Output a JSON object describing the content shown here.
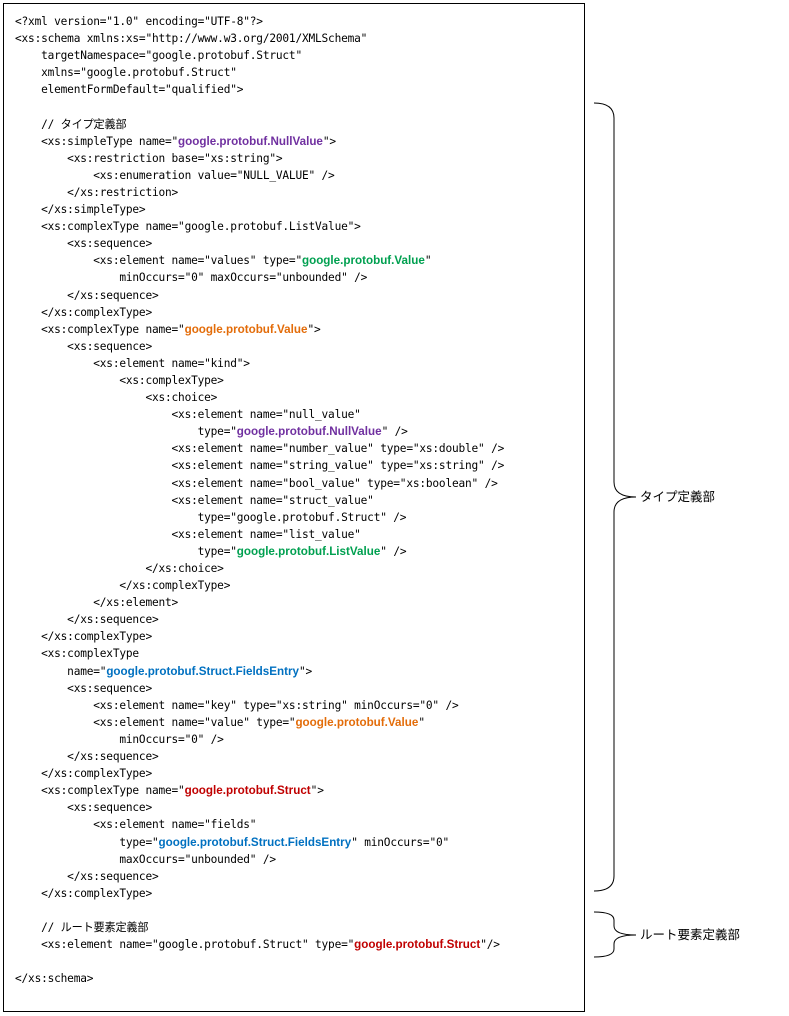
{
  "code_lines": [
    [
      {
        "t": "<?xml version=\"1.0\" encoding=\"UTF-8\"?>"
      }
    ],
    [
      {
        "t": "<xs:schema xmlns:xs=\"http://www.w3.org/2001/XMLSchema\""
      }
    ],
    [
      {
        "t": "    targetNamespace=\"google.protobuf.Struct\""
      }
    ],
    [
      {
        "t": "    xmlns=\"google.protobuf.Struct\""
      }
    ],
    [
      {
        "t": "    elementFormDefault=\"qualified\">"
      }
    ],
    [
      {
        "t": ""
      }
    ],
    [
      {
        "t": "    // タイプ定義部"
      }
    ],
    [
      {
        "t": "    <xs:simpleType name=\""
      },
      {
        "t": "google.protobuf.NullValue",
        "c": "purple"
      },
      {
        "t": "\">"
      }
    ],
    [
      {
        "t": "        <xs:restriction base=\"xs:string\">"
      }
    ],
    [
      {
        "t": "            <xs:enumeration value=\"NULL_VALUE\" />"
      }
    ],
    [
      {
        "t": "        </xs:restriction>"
      }
    ],
    [
      {
        "t": "    </xs:simpleType>"
      }
    ],
    [
      {
        "t": "    <xs:complexType name=\"google.protobuf.ListValue\">"
      }
    ],
    [
      {
        "t": "        <xs:sequence>"
      }
    ],
    [
      {
        "t": "            <xs:element name=\"values\" type=\""
      },
      {
        "t": "google.protobuf.Value",
        "c": "green"
      },
      {
        "t": "\""
      }
    ],
    [
      {
        "t": "                minOccurs=\"0\" maxOccurs=\"unbounded\" />"
      }
    ],
    [
      {
        "t": "        </xs:sequence>"
      }
    ],
    [
      {
        "t": "    </xs:complexType>"
      }
    ],
    [
      {
        "t": "    <xs:complexType name=\""
      },
      {
        "t": "google.protobuf.Value",
        "c": "orange"
      },
      {
        "t": "\">"
      }
    ],
    [
      {
        "t": "        <xs:sequence>"
      }
    ],
    [
      {
        "t": "            <xs:element name=\"kind\">"
      }
    ],
    [
      {
        "t": "                <xs:complexType>"
      }
    ],
    [
      {
        "t": "                    <xs:choice>"
      }
    ],
    [
      {
        "t": "                        <xs:element name=\"null_value\""
      }
    ],
    [
      {
        "t": "                            type=\""
      },
      {
        "t": "google.protobuf.NullValue",
        "c": "purple"
      },
      {
        "t": "\" />"
      }
    ],
    [
      {
        "t": "                        <xs:element name=\"number_value\" type=\"xs:double\" />"
      }
    ],
    [
      {
        "t": "                        <xs:element name=\"string_value\" type=\"xs:string\" />"
      }
    ],
    [
      {
        "t": "                        <xs:element name=\"bool_value\" type=\"xs:boolean\" />"
      }
    ],
    [
      {
        "t": "                        <xs:element name=\"struct_value\""
      }
    ],
    [
      {
        "t": "                            type=\"google.protobuf.Struct\" />"
      }
    ],
    [
      {
        "t": "                        <xs:element name=\"list_value\""
      }
    ],
    [
      {
        "t": "                            type=\""
      },
      {
        "t": "google.protobuf.ListValue",
        "c": "green"
      },
      {
        "t": "\" />"
      }
    ],
    [
      {
        "t": "                    </xs:choice>"
      }
    ],
    [
      {
        "t": "                </xs:complexType>"
      }
    ],
    [
      {
        "t": "            </xs:element>"
      }
    ],
    [
      {
        "t": "        </xs:sequence>"
      }
    ],
    [
      {
        "t": "    </xs:complexType>"
      }
    ],
    [
      {
        "t": "    <xs:complexType"
      }
    ],
    [
      {
        "t": "        name=\""
      },
      {
        "t": "google.protobuf.Struct.FieldsEntry",
        "c": "blue"
      },
      {
        "t": "\">"
      }
    ],
    [
      {
        "t": "        <xs:sequence>"
      }
    ],
    [
      {
        "t": "            <xs:element name=\"key\" type=\"xs:string\" minOccurs=\"0\" />"
      }
    ],
    [
      {
        "t": "            <xs:element name=\"value\" type=\""
      },
      {
        "t": "google.protobuf.Value",
        "c": "orange"
      },
      {
        "t": "\""
      }
    ],
    [
      {
        "t": "                minOccurs=\"0\" />"
      }
    ],
    [
      {
        "t": "        </xs:sequence>"
      }
    ],
    [
      {
        "t": "    </xs:complexType>"
      }
    ],
    [
      {
        "t": "    <xs:complexType name=\""
      },
      {
        "t": "google.protobuf.Struct",
        "c": "red"
      },
      {
        "t": "\">"
      }
    ],
    [
      {
        "t": "        <xs:sequence>"
      }
    ],
    [
      {
        "t": "            <xs:element name=\"fields\""
      }
    ],
    [
      {
        "t": "                type=\""
      },
      {
        "t": "google.protobuf.Struct.FieldsEntry",
        "c": "blue"
      },
      {
        "t": "\" minOccurs=\"0\""
      }
    ],
    [
      {
        "t": "                maxOccurs=\"unbounded\" />"
      }
    ],
    [
      {
        "t": "        </xs:sequence>"
      }
    ],
    [
      {
        "t": "    </xs:complexType>"
      }
    ],
    [
      {
        "t": ""
      }
    ],
    [
      {
        "t": "    // ルート要素定義部"
      }
    ],
    [
      {
        "t": "    <xs:element name=\"google.protobuf.Struct\" type=\""
      },
      {
        "t": "google.protobuf.Struct",
        "c": "red"
      },
      {
        "t": "\"/>"
      }
    ],
    [
      {
        "t": ""
      }
    ],
    [
      {
        "t": "</xs:schema>"
      }
    ]
  ],
  "highlight_colors": {
    "purple": "#7030a0",
    "green": "#00a050",
    "orange": "#e36c09",
    "blue": "#0070c0",
    "red": "#c00000"
  },
  "annotations": {
    "type_definition_label": "タイプ定義部",
    "root_element_label": "ルート要素定義部"
  }
}
